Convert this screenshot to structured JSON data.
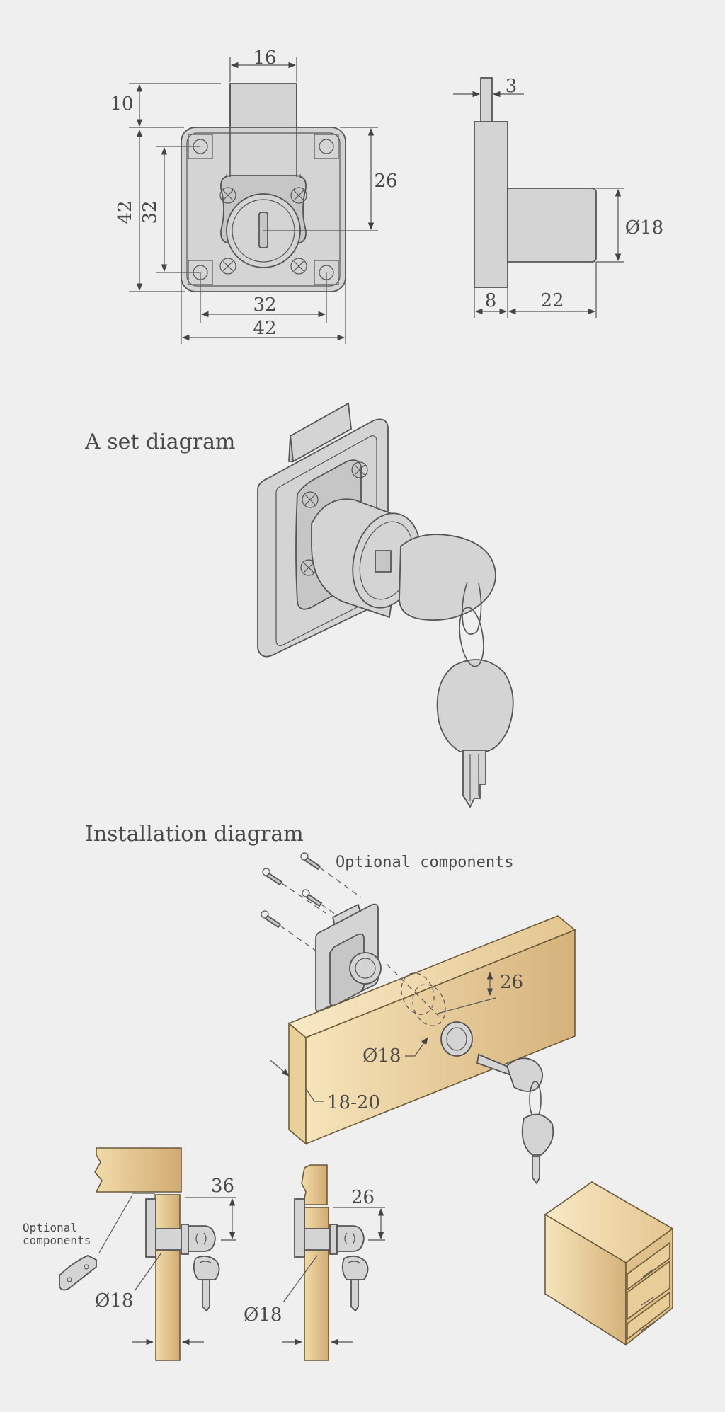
{
  "colors": {
    "background": "#efefef",
    "metal": "#d4d4d4",
    "wood_light": "#f3dfb2",
    "wood_dark": "#d8b47d",
    "line": "#555555"
  },
  "front_view": {
    "dims": {
      "bolt_width": "16",
      "bolt_height": "10",
      "body_height": "42",
      "hole_spacing_v": "32",
      "bolt_to_center": "26",
      "hole_spacing_h": "32",
      "body_width": "42"
    }
  },
  "side_view": {
    "dims": {
      "bolt_thickness": "3",
      "cylinder_diameter": "Ø18",
      "plate_thickness": "8",
      "cylinder_length": "22"
    }
  },
  "set_diagram": {
    "title": "A set diagram"
  },
  "installation": {
    "title": "Installation diagram",
    "optional_components": "Optional components",
    "dims": {
      "offset": "26",
      "hole": "Ø18",
      "thickness": "18-20"
    }
  },
  "detail_left": {
    "optional_label_1": "Optional",
    "optional_label_2": "components",
    "dim_top": "36",
    "hole": "Ø18"
  },
  "detail_mid": {
    "dim_top": "26",
    "hole": "Ø18"
  }
}
